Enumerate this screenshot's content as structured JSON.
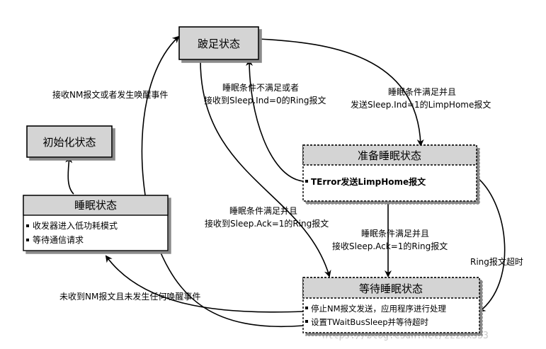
{
  "states": {
    "limp_home": {
      "title": "跛足状态"
    },
    "init": {
      "title": "初始化状态"
    },
    "sleep": {
      "title": "睡眠状态",
      "items": [
        "收发器进入低功耗模式",
        "等待通信请求"
      ]
    },
    "prepare_sleep": {
      "title": "准备睡眠状态",
      "items": [
        "TError发送LimpHome报文"
      ]
    },
    "wait_sleep": {
      "title": "等待睡眠状态",
      "items": [
        "停止NM报文发送，应用程序进行处理",
        "设置TWaitBusSleep并等待超时"
      ]
    }
  },
  "transitions": {
    "to_limp_home_wake": "接收NM报文或者发生唤醒事件",
    "back_to_limp_line1": "睡眠条件不满足或者",
    "back_to_limp_line2": "接收到Sleep.Ind=0的Ring报文",
    "to_prepare_line1": "睡眠条件满足并且",
    "to_prepare_line2": "发送Sleep.Ind=1的LimpHome报文",
    "limp_to_wait_line1": "睡眠条件满足并且",
    "limp_to_wait_line2": "接收到Sleep.Ack=1的Ring报文",
    "prepare_to_wait_line1": "睡眠条件满足并且",
    "prepare_to_wait_line2": "接收Sleep.Ack=1的Ring报文",
    "ring_timeout": "Ring报文超时",
    "to_sleep": "未收到NM报文且未发生任何唤醒事件"
  },
  "watermark": "https://blog.csdn.net/zzzxx333",
  "colors": {
    "title_fill": "#d4d4d4",
    "line": "#000000"
  }
}
